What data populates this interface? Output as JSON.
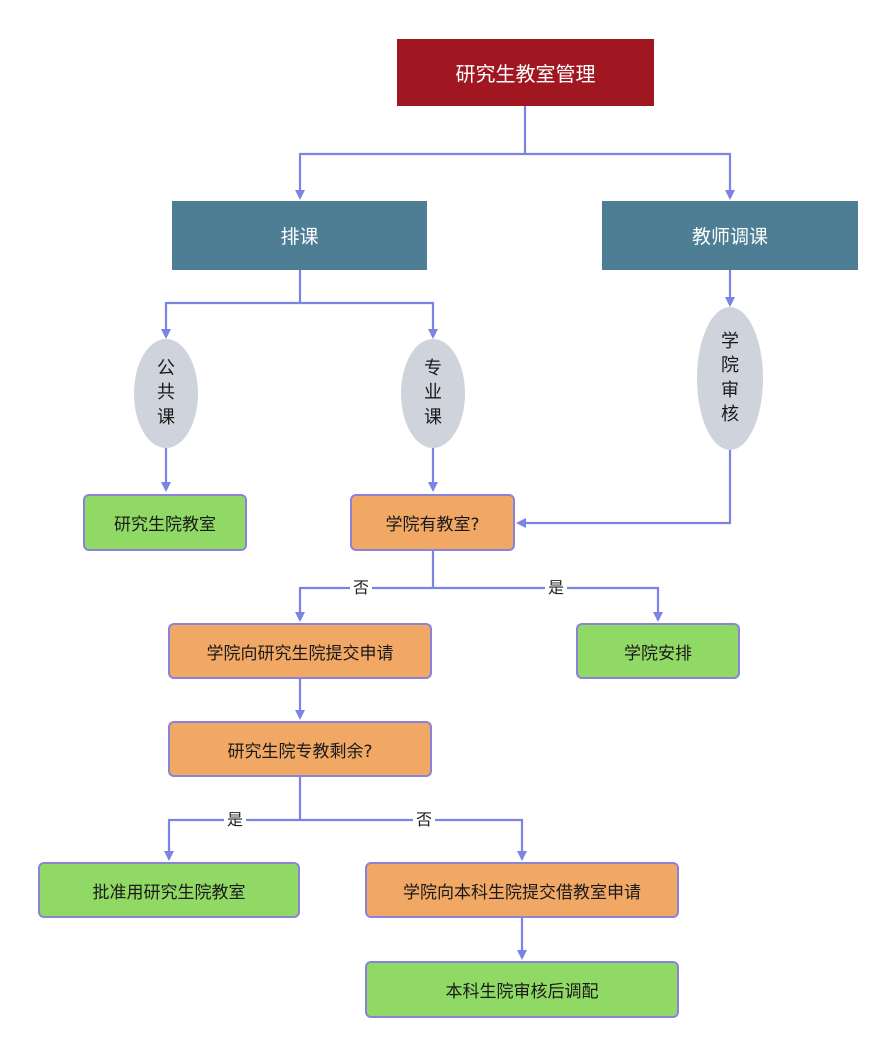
{
  "nodes": {
    "root": "研究生教室管理",
    "scheduling": "排课",
    "teacher_reschedule": "教师调课",
    "public_course": [
      "公",
      "共",
      "课"
    ],
    "major_course": [
      "专",
      "业",
      "课"
    ],
    "college_review": [
      "学",
      "院",
      "审",
      "核"
    ],
    "grad_classroom": "研究生院教室",
    "college_has_room": "学院有教室?",
    "submit_to_grad": "学院向研究生院提交申请",
    "college_arrange": "学院安排",
    "grad_rooms_left": "研究生院专教剩余?",
    "approve_grad_room": "批准用研究生院教室",
    "submit_to_undergrad": "学院向本科生院提交借教室申请",
    "undergrad_review": "本科生院审核后调配"
  },
  "edge_labels": {
    "has_room_no": "否",
    "has_room_yes": "是",
    "rooms_left_yes": "是",
    "rooms_left_no": "否"
  },
  "colors": {
    "root": "#a01621",
    "teal": "#4d7e93",
    "ellipse": "#cfd3dc",
    "decision": "#f1a865",
    "result": "#91d965",
    "edge": "#7b83e4"
  }
}
